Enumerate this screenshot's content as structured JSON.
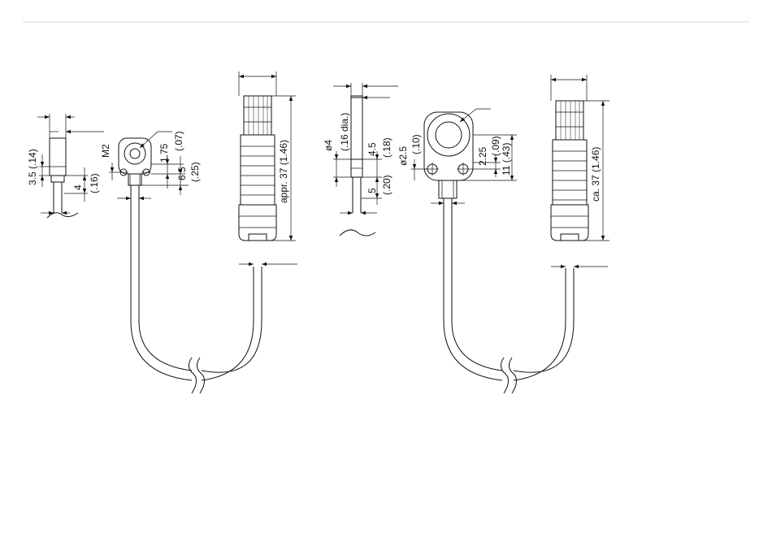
{
  "colors": {
    "line": "#111111",
    "rule": "#d8d8d8",
    "background": "#ffffff"
  },
  "sensor_small": {
    "side_view": {
      "height_label": "3.5  (.14)",
      "cable_label": "4",
      "cable_label_in": "(.16)"
    },
    "front_view": {
      "thread_label": "M2",
      "hole_label": "1.75",
      "hole_label_in": "(.07)",
      "height_label": "6.5",
      "height_label_in": "(.25)"
    },
    "connector": {
      "length_label": "appr. 37 (1.46)"
    }
  },
  "sensor_large": {
    "side_view": {
      "diameter_label": "ø4",
      "diameter_label_in": "(.16 dia.)",
      "height_label": "4.5",
      "height_label_in": "(.18)",
      "cable_label": "5",
      "cable_label_in": "(.20)"
    },
    "front_view": {
      "hole_label": "ø2.5",
      "hole_label_in": "(.10)",
      "offset_label": "2.25",
      "offset_label_in": "(.09)",
      "height_label": "11 (.43)"
    },
    "connector": {
      "length_label": "ca. 37 (1.46)"
    }
  }
}
